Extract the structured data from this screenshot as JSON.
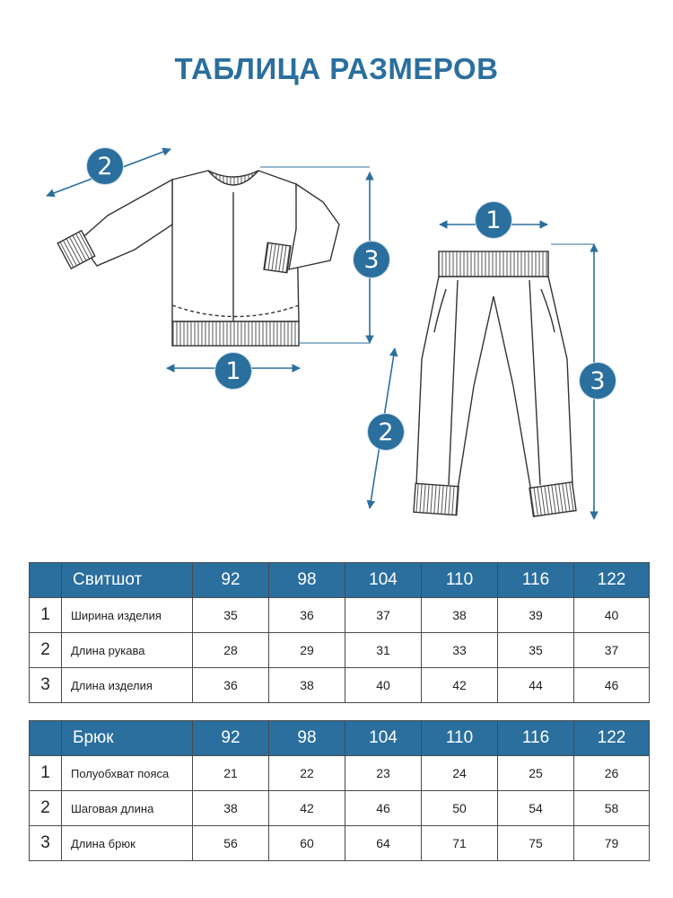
{
  "title": "ТАБЛИЦА РАЗМЕРОВ",
  "markers": {
    "one": "1",
    "two": "2",
    "three": "3"
  },
  "sweatshirt_table": {
    "name": "Свитшот",
    "sizes": [
      "92",
      "98",
      "104",
      "110",
      "116",
      "122"
    ],
    "rows": [
      {
        "num": "1",
        "label": "Ширина изделия",
        "values": [
          "35",
          "36",
          "37",
          "38",
          "39",
          "40"
        ]
      },
      {
        "num": "2",
        "label": "Длина рукава",
        "values": [
          "28",
          "29",
          "31",
          "33",
          "35",
          "37"
        ]
      },
      {
        "num": "3",
        "label": "Длина изделия",
        "values": [
          "36",
          "38",
          "40",
          "42",
          "44",
          "46"
        ]
      }
    ]
  },
  "pants_table": {
    "name": "Брюк",
    "sizes": [
      "92",
      "98",
      "104",
      "110",
      "116",
      "122"
    ],
    "rows": [
      {
        "num": "1",
        "label": "Полуобхват пояса",
        "values": [
          "21",
          "22",
          "23",
          "24",
          "25",
          "26"
        ]
      },
      {
        "num": "2",
        "label": "Шаговая длина",
        "values": [
          "38",
          "42",
          "46",
          "50",
          "54",
          "58"
        ]
      },
      {
        "num": "3",
        "label": "Длина брюк",
        "values": [
          "56",
          "60",
          "64",
          "71",
          "75",
          "79"
        ]
      }
    ]
  },
  "colors": {
    "accent": "#2a6f9e",
    "line": "#333333"
  }
}
